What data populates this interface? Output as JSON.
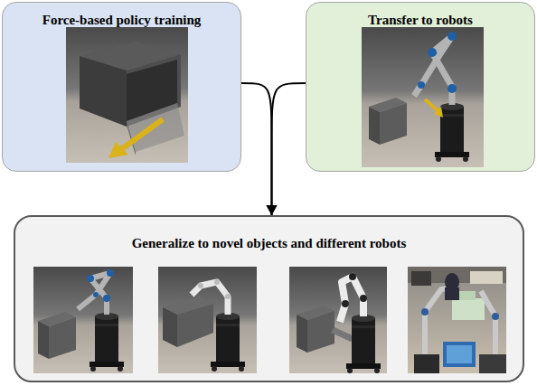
{
  "diagram": {
    "nodes": [
      {
        "text": [
          "Force-based policy training"
        ]
      },
      {
        "text": [
          "Transfer to robots"
        ]
      },
      {
        "text": [
          "Generalize to novel objects and different robots"
        ]
      }
    ],
    "edges": [
      {
        "from": 0,
        "to": 2,
        "arrow": "to"
      },
      {
        "from": 1,
        "to": 2,
        "arrow": "to"
      }
    ]
  }
}
